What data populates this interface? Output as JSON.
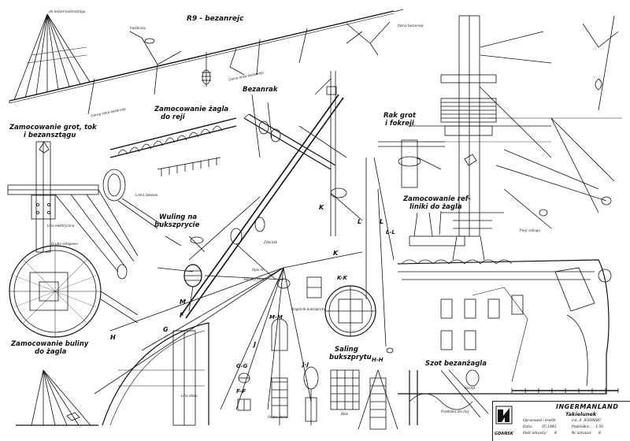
{
  "sections": {
    "r9": "R9 - bezanrejc",
    "grot_tok": "Zamocowanie grot, tok",
    "grot_tok_2": "i bezanszta̧gu",
    "zagla_reji": "Zamocowanie żagla",
    "zagla_reji_2": "do reji",
    "bezanrak": "Bezanrak",
    "rak_grot": "Rak grot",
    "rak_grot_2": "i fokreji",
    "ref_liniki": "Zamocowanie ref-",
    "ref_liniki_2": "liniki do żagla",
    "wuling": "Wuling na",
    "wuling_2": "bukszprycie",
    "buliny": "Zamocowanie buliny",
    "buliny_2": "do żagla",
    "saling": "Saling",
    "saling_2": "bukszprytu",
    "szot": "Szot bezanżagla"
  },
  "section_marks": {
    "kk": "K-K",
    "mm": "M-M",
    "jj": "J-J",
    "hh": "H-H",
    "gg": "G-G",
    "ff": "F-F",
    "ll": "L-L"
  },
  "letters": {
    "k1": "K",
    "k2": "K",
    "l1": "L",
    "l2": "L",
    "f": "F",
    "g": "G",
    "h": "H",
    "m": "M",
    "j": "J"
  },
  "notes": {
    "bezanmizz": "do bezanmizzinsztagu",
    "halsbrasy": "halsbrasy",
    "doina_liina": "Dolna linka bezanrejc",
    "gorna_liina": "Górna linka bezanrejc",
    "falina": "falina bezanrejc",
    "liina_ref": "Lina elektryczna",
    "gruba": "Gruba sztagowa",
    "linka_zakowa": "Linka żakowa",
    "boczny_staw": "Boczny staw",
    "zderzak": "Zderzak",
    "nagolnik": "Nagolnik bukszprytu",
    "opis_lin": "Opis lin",
    "pasy": "Pasy salingu",
    "lina_steru": "Lina steru",
    "oczko": "Oczko dolne",
    "blok": "Blok",
    "przelotka": "Przelotka dla liny",
    "sprzet": "Sprzęt"
  },
  "title_block": {
    "ship": "INGERMANLAND",
    "subtitle": "Takielunek",
    "author_label": "Opracował i kreślił",
    "author": "inż. A. ROSIŃSKI",
    "date_label": "Data:",
    "date": "05.1981",
    "scale_label": "Podziałka:",
    "scale": "1:50",
    "sheets_label": "Ilość arkuszy:",
    "sheets": "8",
    "sheet_label": "Nr arkusza:",
    "sheet": "8",
    "logo_caption": "GDAŃSK"
  }
}
